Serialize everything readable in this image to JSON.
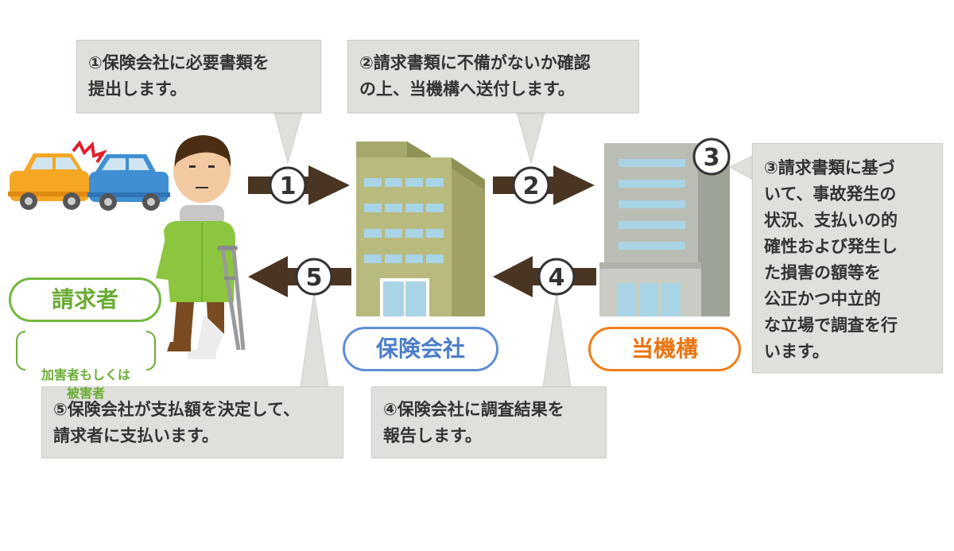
{
  "colors": {
    "arrow": "#4a3523",
    "callout_bg": "#dfdfdb",
    "claimant": "#6aac33",
    "insurer": "#4c7ec8",
    "org": "#ea7512",
    "building": "#b8ba7e"
  },
  "steps": {
    "s1": {
      "number": "1",
      "text": "①保険会社に必要書類を\n  提出します。"
    },
    "s2": {
      "number": "2",
      "text": "②請求書類に不備がないか確認\n  の上、当機構へ送付します。"
    },
    "s3": {
      "number": "3",
      "text": "③請求書類に基づ\n  いて、事故発生の\n  状況、支払いの的\n  確性および発生し\n  た損害の額等を\n  公正かつ中立的\n  な立場で調査を行\n  います。"
    },
    "s4": {
      "number": "4",
      "text": "④保険会社に調査結果を\n  報告します。"
    },
    "s5": {
      "number": "5",
      "text": "⑤保険会社が支払額を決定して、\n  請求者に支払います。"
    }
  },
  "actors": {
    "claimant": {
      "label": "請求者",
      "sub": "加害者もしくは\n被害者"
    },
    "insurer": {
      "label": "保険会社"
    },
    "org": {
      "label": "当機構"
    }
  },
  "icons": [
    "car-crash-icon",
    "injured-person-icon",
    "crutch-icon",
    "insurance-building-icon",
    "organization-building-icon"
  ]
}
